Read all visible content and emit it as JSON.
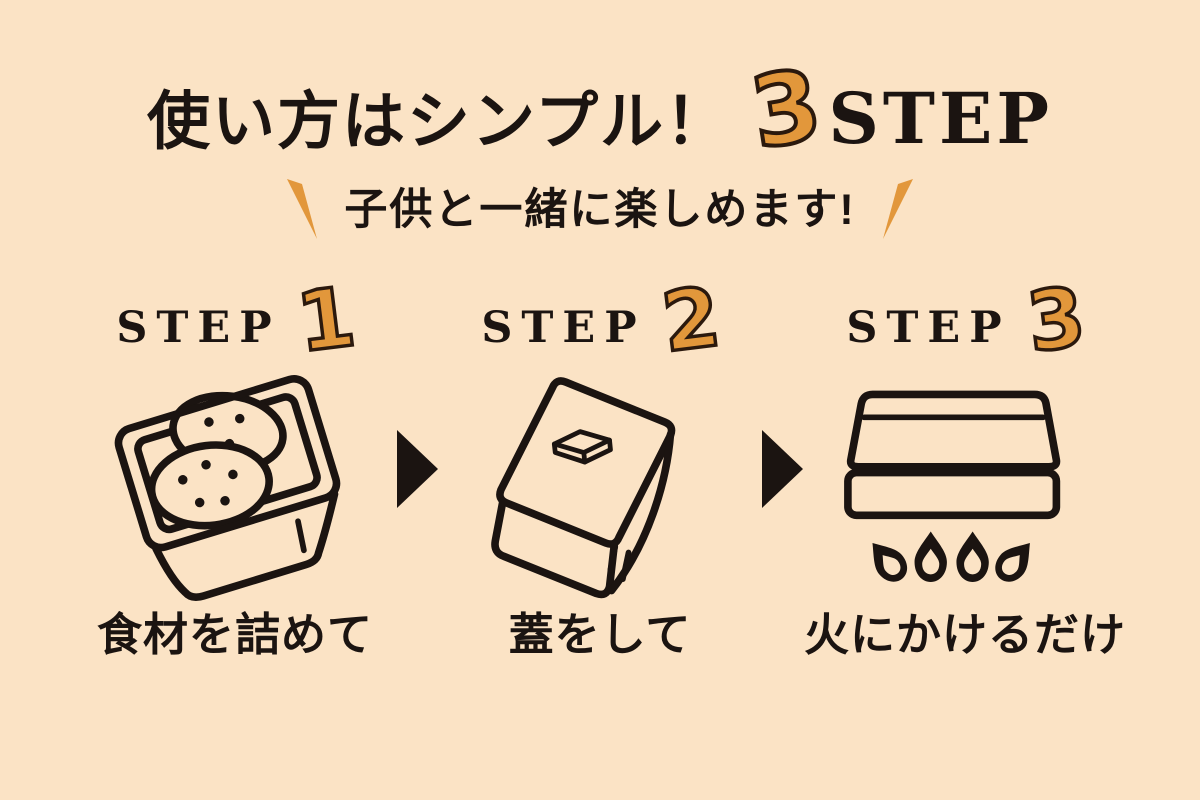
{
  "colors": {
    "background": "#fbe3c5",
    "ink": "#1b1411",
    "accent": "#e2973b",
    "number_outline": "#2b190d"
  },
  "title": {
    "text": "使い方はシンプル！",
    "highlight_number": "3",
    "suffix": "STEP"
  },
  "subtitle": {
    "text": "子供と一緒に楽しめます!",
    "left_mark": "orange-slash",
    "right_mark": "orange-slash"
  },
  "steps": [
    {
      "label": "STEP",
      "number": "1",
      "caption": "食材を詰めて",
      "illustration": "open-mess-tin-with-ingredients"
    },
    {
      "label": "STEP",
      "number": "2",
      "caption": "蓋をして",
      "illustration": "mess-tin-lid-closed"
    },
    {
      "label": "STEP",
      "number": "3",
      "caption": "火にかけるだけ",
      "illustration": "mess-tin-over-flames"
    }
  ],
  "connector": {
    "shape": "right-pointing-triangle"
  }
}
